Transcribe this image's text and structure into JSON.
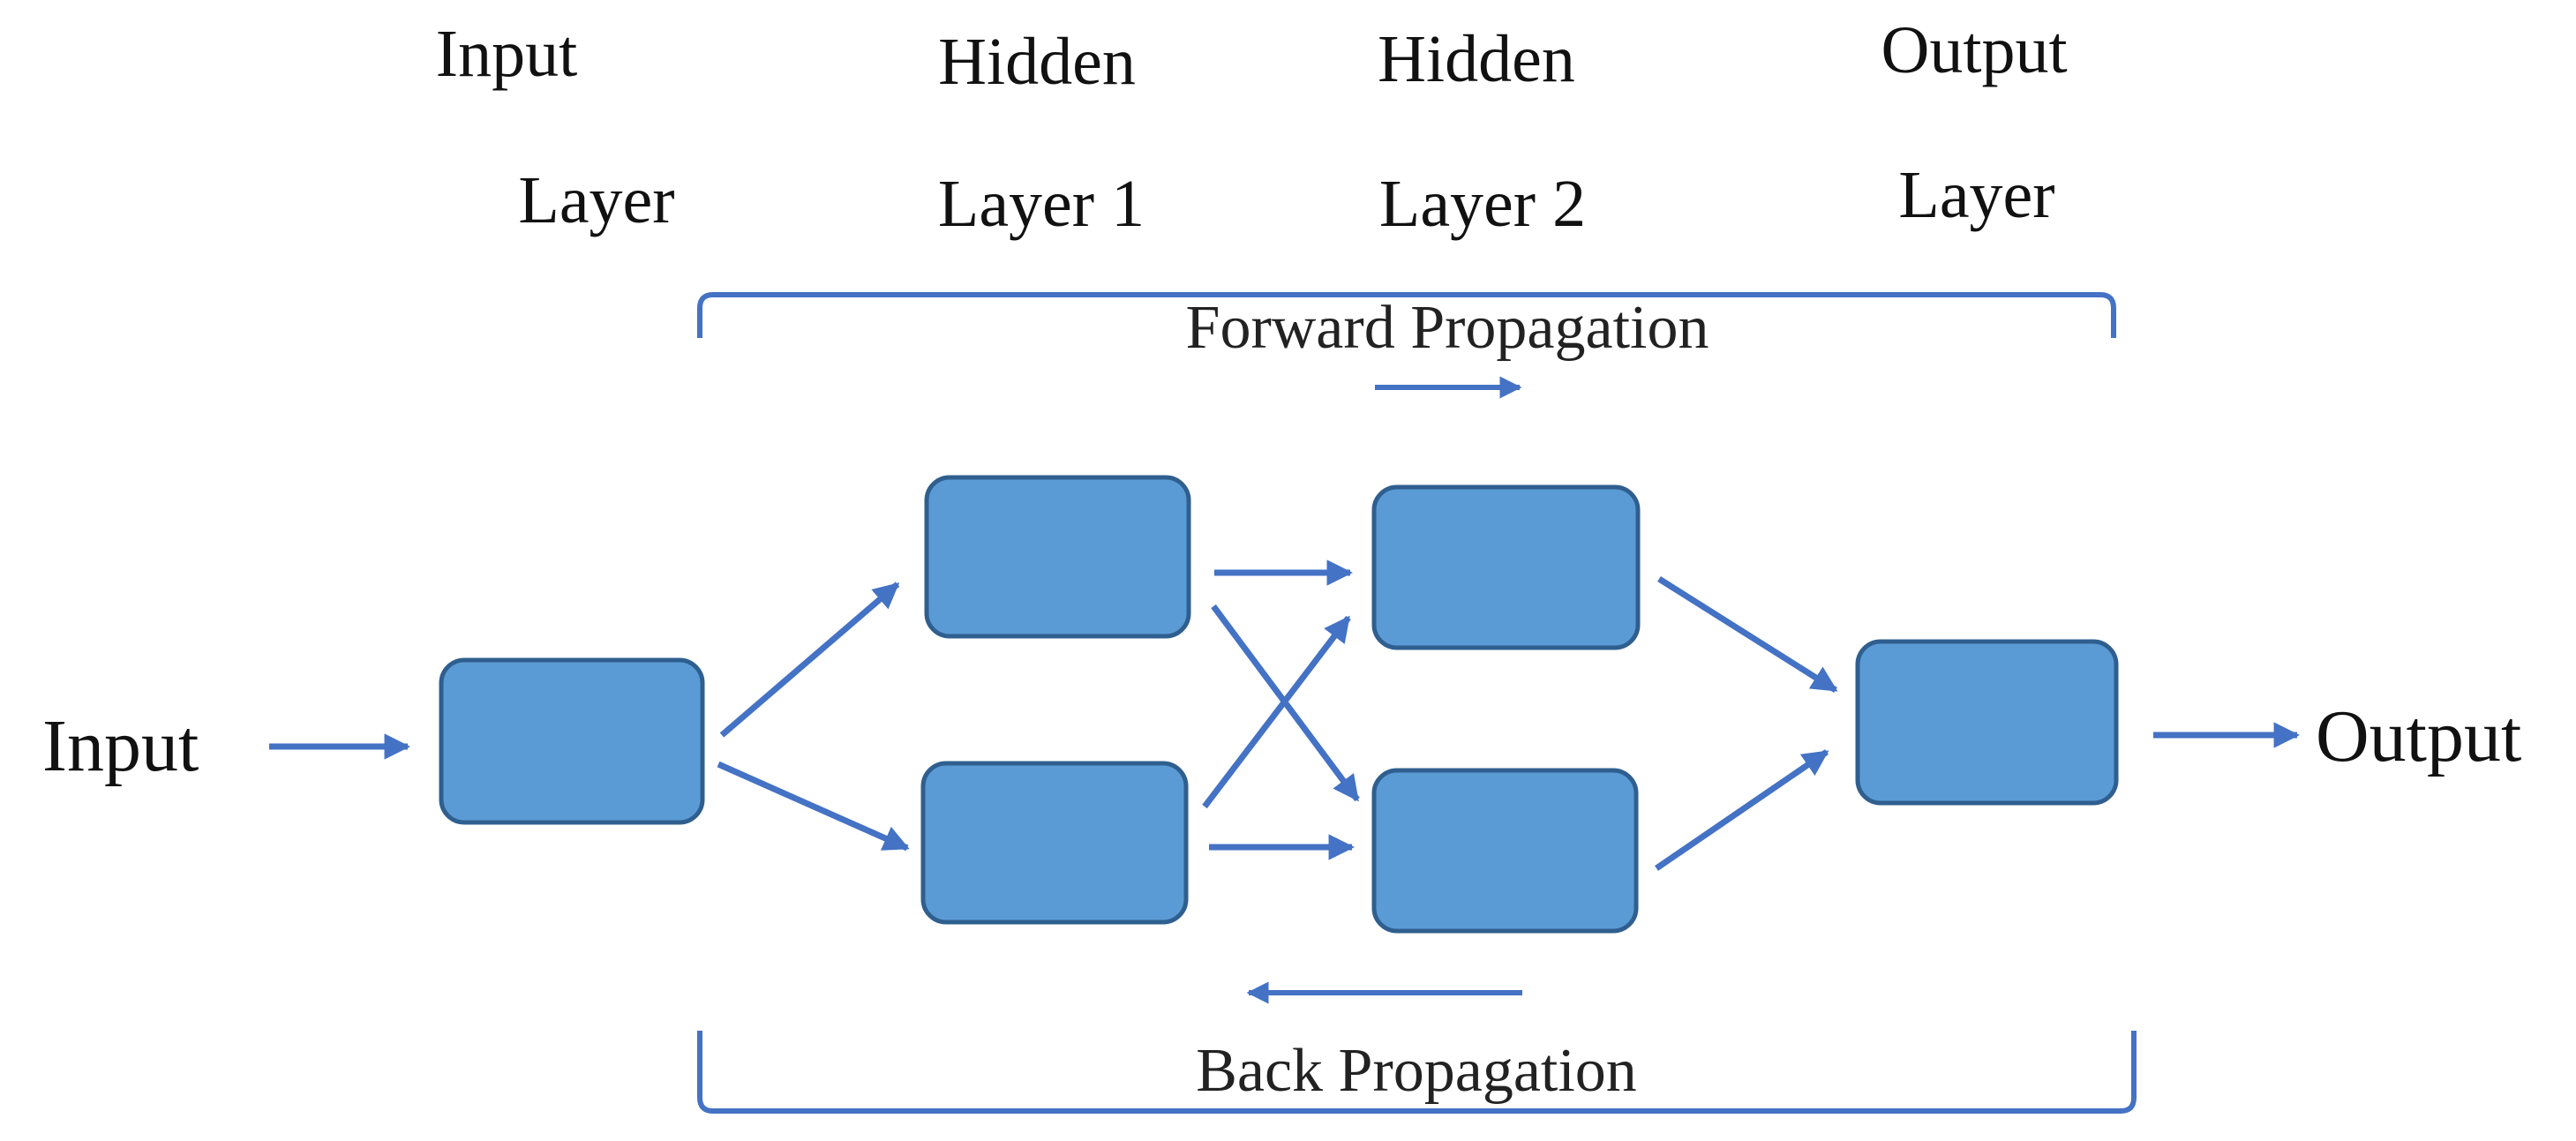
{
  "colors": {
    "node_fill": "#5b9bd5",
    "node_stroke": "#2f5f8f",
    "arrow": "#4472c4",
    "bracket": "#4472c4",
    "text": "#111111"
  },
  "layers": [
    {
      "line1": "Input",
      "line2": "Layer"
    },
    {
      "line1": "Hidden",
      "line2": "Layer 1"
    },
    {
      "line1": "Hidden",
      "line2": "Layer 2"
    },
    {
      "line1": "Output",
      "line2": "Layer"
    }
  ],
  "input_label": "Input",
  "output_label": "Output",
  "forward_label": "Forward Propagation",
  "back_label": "Back Propagation"
}
